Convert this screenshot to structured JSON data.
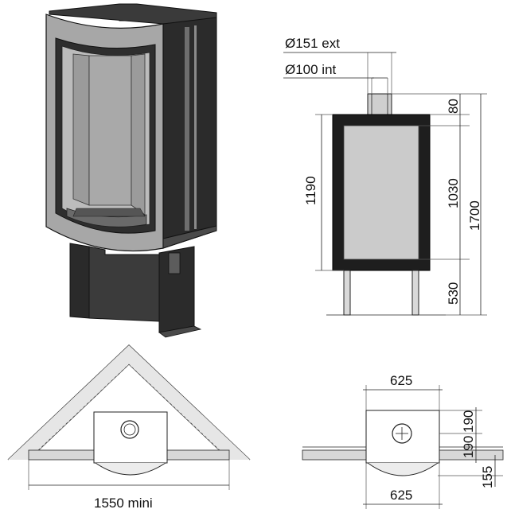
{
  "labels": {
    "flue_ext": "Ø151 ext",
    "flue_int": "Ø100 int",
    "h_flue": "80",
    "h_total_body": "1190",
    "h_glass": "1030",
    "h_overall": "1700",
    "h_legs": "530",
    "width_top": "625",
    "depth_190a": "190",
    "depth_190b": "190",
    "depth_155": "155",
    "width_bottom": "625",
    "corner_min": "1550 mini"
  },
  "colors": {
    "dark_steel": "#2a2a2a",
    "mid_grey": "#8e8e8e",
    "light_grey": "#bdbdbd",
    "glass": "#c9c9c9",
    "line": "#222222"
  }
}
